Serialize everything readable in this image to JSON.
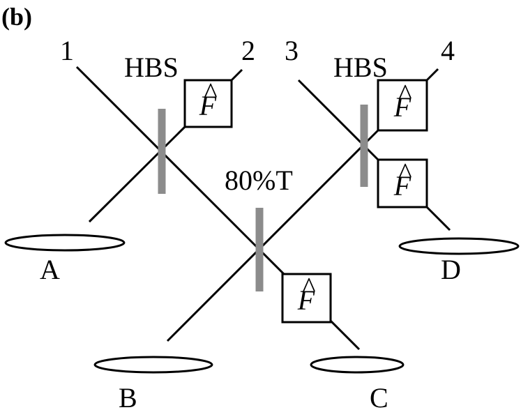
{
  "panel_label": "(b)",
  "port_labels": {
    "p1": "1",
    "p2": "2",
    "p3": "3",
    "p4": "4"
  },
  "splitter_labels": {
    "left": "HBS",
    "right": "HBS",
    "middle": "80%T"
  },
  "detector_labels": {
    "A": "A",
    "B": "B",
    "C": "C",
    "D": "D"
  },
  "operator_label": "F",
  "operator_hat": "^",
  "colors": {
    "lines": "#000000",
    "beam_splitter": "#8c8c8c",
    "background": "#ffffff"
  }
}
